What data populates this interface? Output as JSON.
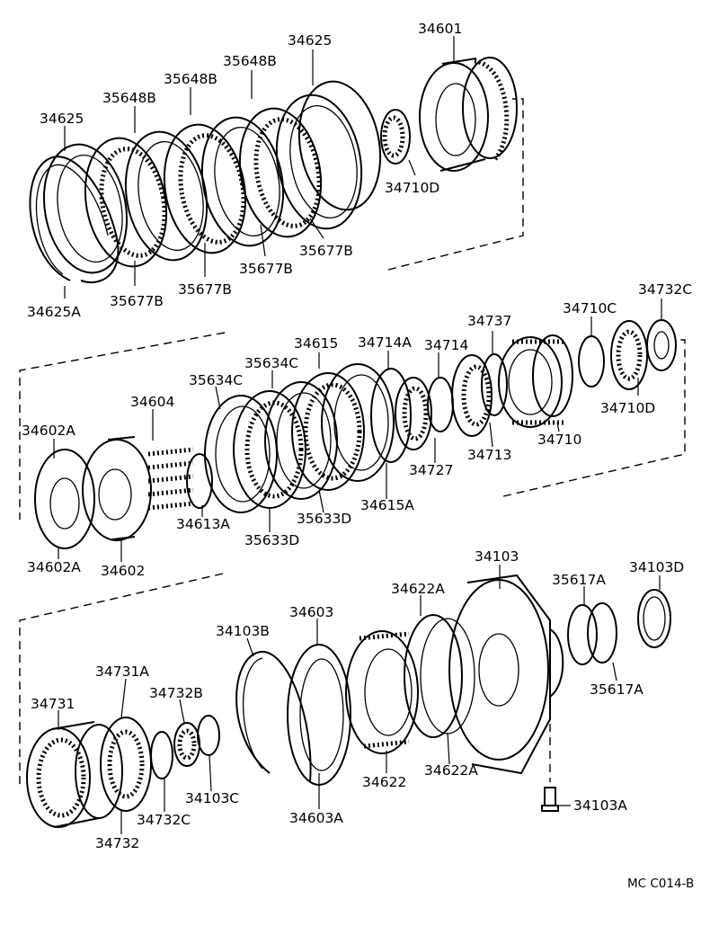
{
  "diagram": {
    "code": "MC  C014-B",
    "labels": [
      {
        "id": "l-34601",
        "text": "34601"
      },
      {
        "id": "l-34625-top",
        "text": "34625"
      },
      {
        "id": "l-35648b-1",
        "text": "35648B"
      },
      {
        "id": "l-35648b-2",
        "text": "35648B"
      },
      {
        "id": "l-35648b-3",
        "text": "35648B"
      },
      {
        "id": "l-34625-left",
        "text": "34625"
      },
      {
        "id": "l-34710d-top",
        "text": "34710D"
      },
      {
        "id": "l-35677b-1",
        "text": "35677B"
      },
      {
        "id": "l-35677b-2",
        "text": "35677B"
      },
      {
        "id": "l-35677b-3",
        "text": "35677B"
      },
      {
        "id": "l-35677b-4",
        "text": "35677B"
      },
      {
        "id": "l-34625a",
        "text": "34625A"
      },
      {
        "id": "l-34732c-top",
        "text": "34732C"
      },
      {
        "id": "l-34710c",
        "text": "34710C"
      },
      {
        "id": "l-34737",
        "text": "34737"
      },
      {
        "id": "l-34615",
        "text": "34615"
      },
      {
        "id": "l-34714a",
        "text": "34714A"
      },
      {
        "id": "l-34714",
        "text": "34714"
      },
      {
        "id": "l-35634c-1",
        "text": "35634C"
      },
      {
        "id": "l-35634c-2",
        "text": "35634C"
      },
      {
        "id": "l-34604",
        "text": "34604"
      },
      {
        "id": "l-34602a-top",
        "text": "34602A"
      },
      {
        "id": "l-34710d-mid",
        "text": "34710D"
      },
      {
        "id": "l-34710",
        "text": "34710"
      },
      {
        "id": "l-34713",
        "text": "34713"
      },
      {
        "id": "l-34727",
        "text": "34727"
      },
      {
        "id": "l-34615a",
        "text": "34615A"
      },
      {
        "id": "l-35633d-1",
        "text": "35633D"
      },
      {
        "id": "l-35633d-2",
        "text": "35633D"
      },
      {
        "id": "l-34613a",
        "text": "34613A"
      },
      {
        "id": "l-34602a-bot",
        "text": "34602A"
      },
      {
        "id": "l-34602",
        "text": "34602"
      },
      {
        "id": "l-34103",
        "text": "34103"
      },
      {
        "id": "l-34103d",
        "text": "34103D"
      },
      {
        "id": "l-35617a-top",
        "text": "35617A"
      },
      {
        "id": "l-34622a-top",
        "text": "34622A"
      },
      {
        "id": "l-34603",
        "text": "34603"
      },
      {
        "id": "l-34103b",
        "text": "34103B"
      },
      {
        "id": "l-34731a",
        "text": "34731A"
      },
      {
        "id": "l-34732b",
        "text": "34732B"
      },
      {
        "id": "l-34731",
        "text": "34731"
      },
      {
        "id": "l-35617a-bot",
        "text": "35617A"
      },
      {
        "id": "l-34622a-bot",
        "text": "34622A"
      },
      {
        "id": "l-34622",
        "text": "34622"
      },
      {
        "id": "l-34103c",
        "text": "34103C"
      },
      {
        "id": "l-34732c-bot",
        "text": "34732C"
      },
      {
        "id": "l-34603a",
        "text": "34603A"
      },
      {
        "id": "l-34103a",
        "text": "34103A"
      },
      {
        "id": "l-34732",
        "text": "34732"
      }
    ]
  }
}
